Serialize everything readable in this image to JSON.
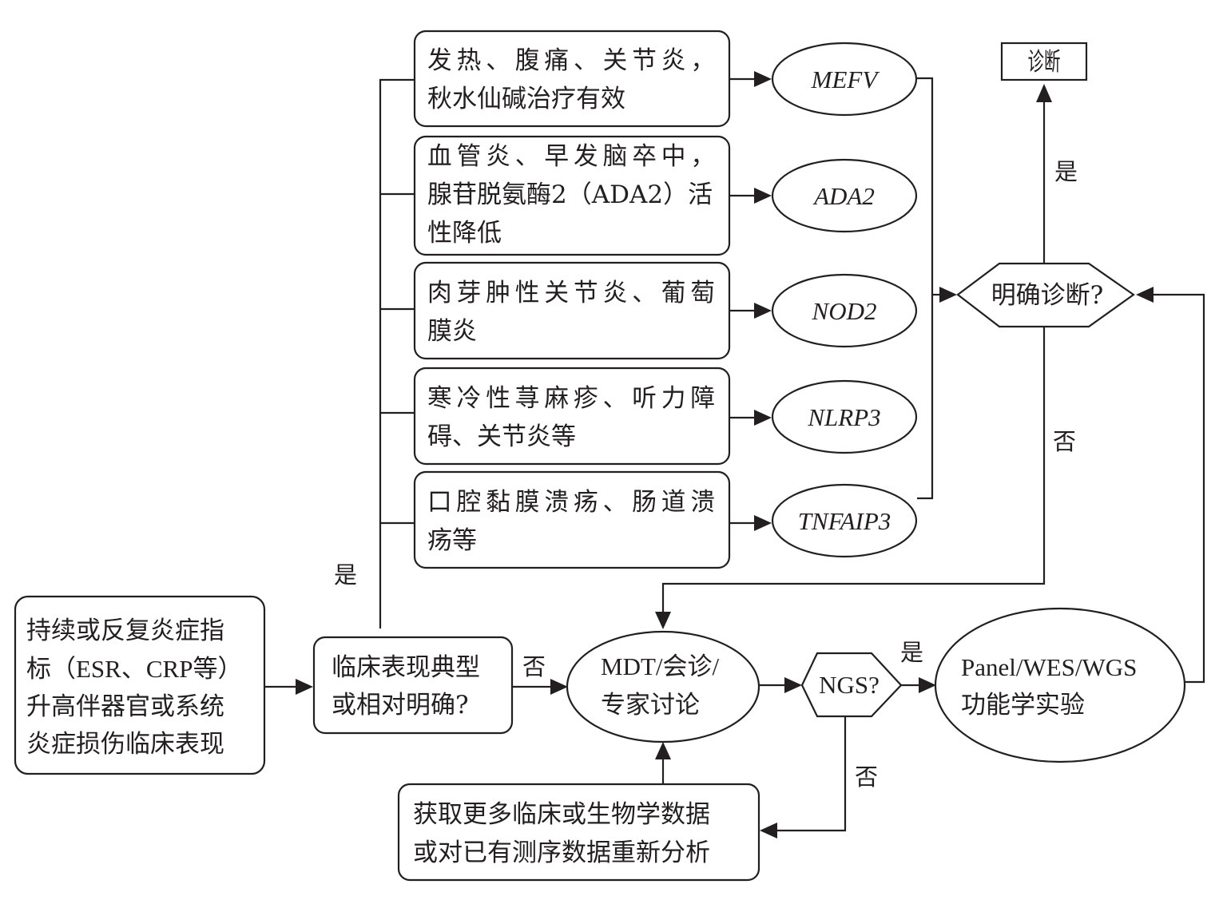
{
  "start_box": {
    "lines": [
      "持续或反复炎症指",
      "标（ESR、CRP等）",
      "升高伴器官或系统",
      "炎症损伤临床表现"
    ]
  },
  "decision_typical": {
    "lines": [
      "临床表现典型",
      "或相对明确?"
    ]
  },
  "phenotype_boxes": [
    {
      "lines": [
        "发热、腹痛、关节炎，",
        "秋水仙碱治疗有效"
      ],
      "gene": "MEFV"
    },
    {
      "lines": [
        "血管炎、早发脑卒中，",
        "腺苷脱氨酶2（ADA2）活",
        "性降低"
      ],
      "gene": "ADA2"
    },
    {
      "lines": [
        "肉芽肿性关节炎、葡萄",
        "膜炎"
      ],
      "gene": "NOD2"
    },
    {
      "lines": [
        "寒冷性荨麻疹、听力障",
        "碍、关节炎等"
      ],
      "gene": "NLRP3"
    },
    {
      "lines": [
        "口腔黏膜溃疡、肠道溃",
        "疡等"
      ],
      "gene": "TNFAIP3"
    }
  ],
  "decision_diagnosis": {
    "label": "明确诊断?"
  },
  "diagnosis_box": {
    "label": "诊断"
  },
  "mdt_node": {
    "lines": [
      "MDT/会诊/",
      "专家讨论"
    ]
  },
  "ngs_decision": {
    "label": "NGS?"
  },
  "sequencing_node": {
    "lines": [
      "Panel/WES/WGS",
      "功能学实验"
    ]
  },
  "more_data_box": {
    "lines": [
      "获取更多临床或生物学数据",
      "或对已有测序数据重新分析"
    ]
  },
  "edge_labels": {
    "typical_yes": "是",
    "typical_no": "否",
    "diagnosis_yes": "是",
    "diagnosis_no": "否",
    "ngs_yes": "是",
    "ngs_no": "否"
  }
}
